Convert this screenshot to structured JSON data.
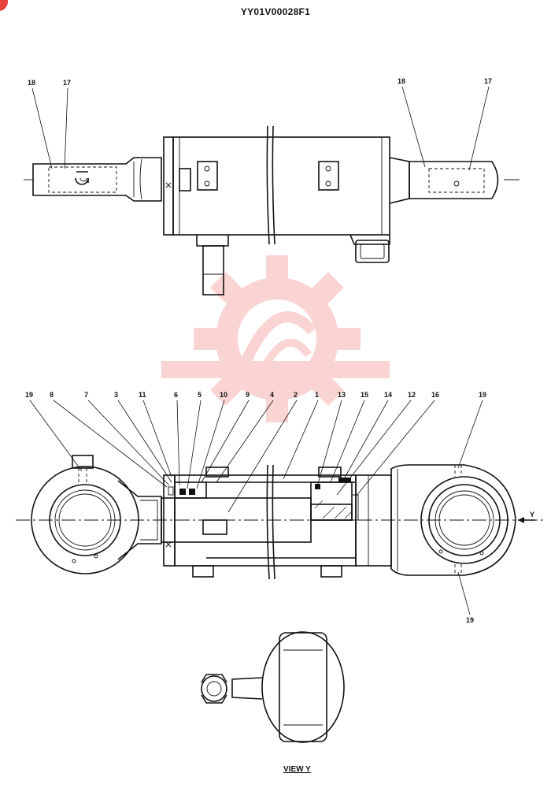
{
  "drawing_ref": "YY01V00028F1",
  "view_label": "VIEW  Y",
  "arrow_label": "Y",
  "watermark_color": "#e8423a",
  "top_view_callouts": [
    "18",
    "17",
    "18",
    "17"
  ],
  "section_callouts_top": [
    "19",
    "8",
    "7",
    "3",
    "11",
    "6",
    "5",
    "10",
    "9",
    "4",
    "2",
    "1",
    "13",
    "15",
    "14",
    "12",
    "16",
    "19"
  ],
  "section_callouts_bottom": [
    "19"
  ],
  "icons": [
    "gear-watermark-icon",
    "grease-fitting-icon"
  ]
}
